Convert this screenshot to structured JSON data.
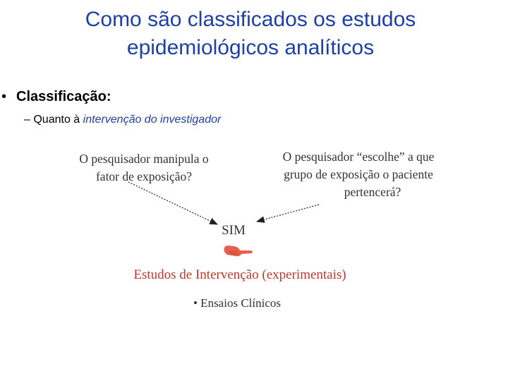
{
  "slide": {
    "title_line1": "Como são classificados os estudos",
    "title_line2": "epidemiológicos analíticos",
    "bullet_marker": "•",
    "bullet_main": "Classificação:",
    "sub_marker": "–",
    "sub_prefix": "Quanto à",
    "sub_emphasis": "intervenção do investigador"
  },
  "diagram": {
    "question_left_line1": "O pesquisador manipula o",
    "question_left_line2": "fator de exposição?",
    "question_right_line1": "O pesquisador “escolhe” a que",
    "question_right_line2": "grupo de exposição o paciente",
    "question_right_line3": "pertencerá?",
    "answer": "SIM",
    "pointer_icon": "pointing-hand-icon",
    "result": "Estudos de Intervenção (experimentais)",
    "example": "• Ensaios Clínicos"
  },
  "colors": {
    "title": "#1f3fa8",
    "emphasis": "#1f3fa8",
    "result": "#c0392b",
    "hand": "#e8604c"
  }
}
